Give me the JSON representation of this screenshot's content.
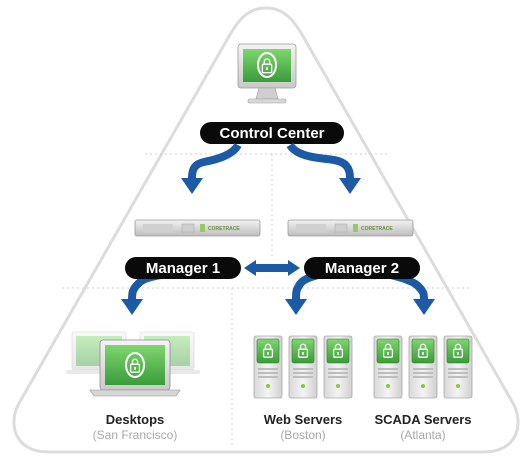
{
  "nodes": {
    "control_center": "Control Center",
    "manager_1": "Manager 1",
    "manager_2": "Manager 2"
  },
  "appliance_brand": "CORETRACE",
  "endpoints": [
    {
      "title": "Desktops",
      "location": "(San Francisco)"
    },
    {
      "title": "Web Servers",
      "location": "(Boston)"
    },
    {
      "title": "SCADA Servers",
      "location": "(Atlanta)"
    }
  ],
  "colors": {
    "pill": "#0a0a0a",
    "arrow": "#1d5aa6",
    "screen_green": "#4fb84a",
    "triangle_stroke": "#d6d6d6",
    "subtitle_gray": "#a8a8a8"
  },
  "icons": [
    "monitor-icon",
    "lock-icon",
    "server-appliance-icon",
    "laptop-icon",
    "tower-server-icon"
  ]
}
